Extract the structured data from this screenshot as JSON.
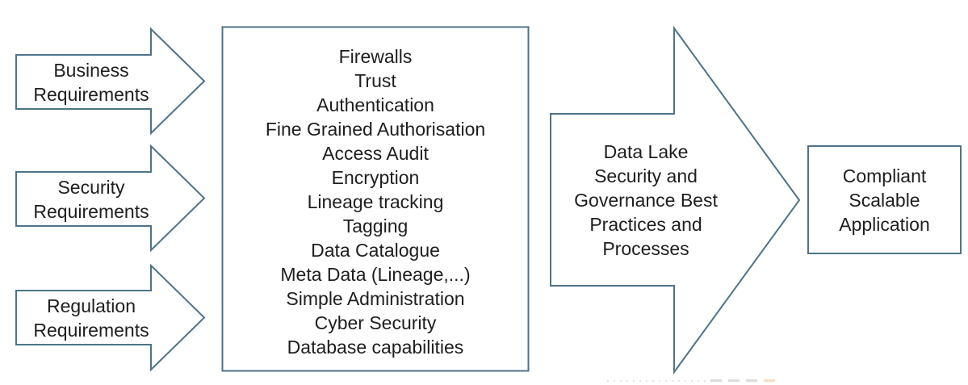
{
  "colors": {
    "shape_outline": "#4e7389",
    "text_primary": "#1e1e1e",
    "background": "#ffffff",
    "watermark_gray": "#dcdcdc",
    "watermark_orange": "#f7ddc2"
  },
  "input_arrows": [
    {
      "label": "Business\nRequirements"
    },
    {
      "label": "Security\nRequirements"
    },
    {
      "label": "Regulation\nRequirements"
    }
  ],
  "center_box": {
    "items": [
      "Firewalls",
      "Trust",
      "Authentication",
      "Fine Grained Authorisation",
      "Access Audit",
      "Encryption",
      "Lineage tracking",
      "Tagging",
      "Data Catalogue",
      "Meta Data (Lineage,...)",
      "Simple Administration",
      "Cyber Security",
      "Database capabilities"
    ]
  },
  "process_arrow": {
    "label": "Data Lake\nSecurity and\nGovernance Best\nPractices and\nProcesses"
  },
  "outcome_box": {
    "label": "Compliant\nScalable\nApplication"
  }
}
